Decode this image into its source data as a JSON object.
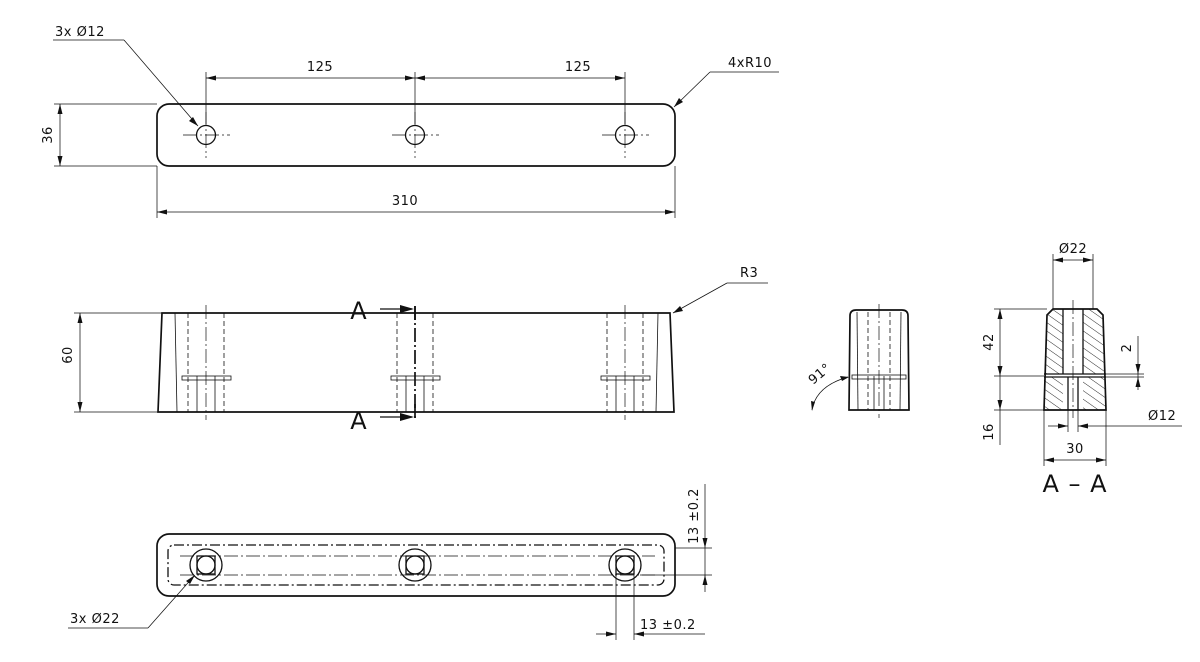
{
  "top_view": {
    "holes_callout": "3x Ø12",
    "spacing_left": "125",
    "spacing_right": "125",
    "corner_radius": "4xR10",
    "width": "36",
    "length": "310"
  },
  "front_view": {
    "edge_radius": "R3",
    "height": "60",
    "section_mark_top": "A",
    "section_mark_bottom": "A"
  },
  "side_view": {
    "angle": "91°"
  },
  "section_view": {
    "top_diameter": "Ø22",
    "upper_height": "42",
    "bore_step": "2",
    "lower_height": "16",
    "bore_diameter": "Ø12",
    "base_width": "30",
    "title": "A – A"
  },
  "bottom_view": {
    "counterbore_callout": "3x Ø22",
    "offset_top": "13 ±0.2",
    "offset_bottom": "13 ±0.2"
  }
}
